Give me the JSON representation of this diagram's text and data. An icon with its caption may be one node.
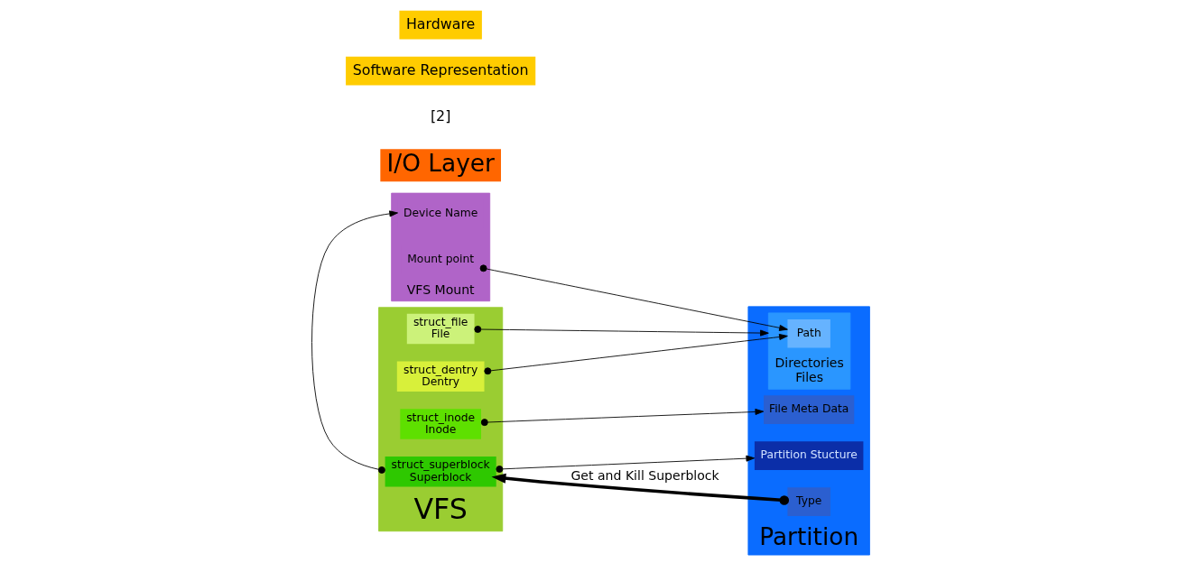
{
  "diagram": {
    "nodes": [
      {
        "text": [
          "VFS Mount"
        ]
      },
      {
        "text": [
          "Device Name"
        ],
        "in": 0
      },
      {
        "text": [
          "Mount point"
        ],
        "in": 0
      },
      {
        "text": [
          "VFS"
        ]
      },
      {
        "text": [
          "struct_file",
          "File"
        ],
        "in": 3
      },
      {
        "text": [
          "struct_dentry",
          "Dentry"
        ],
        "in": 3
      },
      {
        "text": [
          "struct_inode",
          "Inode"
        ],
        "in": 3
      },
      {
        "text": [
          "struct_superblock",
          "Superblock"
        ],
        "in": 3
      },
      {
        "text": [
          "I/O Layer"
        ]
      },
      {
        "text": [
          "Partition"
        ]
      },
      {
        "text": [
          "Directories",
          "Files"
        ],
        "in": 9
      },
      {
        "text": [
          "Path"
        ],
        "in": 10
      },
      {
        "text": [
          "File Meta Data"
        ],
        "in": 9
      },
      {
        "text": [
          "Partition Stucture"
        ],
        "in": 9
      },
      {
        "text": [
          "Type"
        ],
        "in": 9
      }
    ],
    "edges": [
      {
        "from": 7,
        "to": 1,
        "arrow": "to"
      },
      {
        "from": 2,
        "to": 11,
        "arrow": "to"
      },
      {
        "from": 4,
        "to": 10,
        "arrow": "to"
      },
      {
        "from": 5,
        "to": 11,
        "arrow": "to"
      },
      {
        "from": 6,
        "to": 12,
        "arrow": "to"
      },
      {
        "from": 7,
        "to": 13,
        "arrow": "to"
      },
      {
        "from": 14,
        "to": 7,
        "arrow": "to",
        "label": "Get and Kill Superblock",
        "style": "thick"
      }
    ],
    "labels": [
      "[2]",
      "Software Representation",
      "Hardware"
    ]
  }
}
